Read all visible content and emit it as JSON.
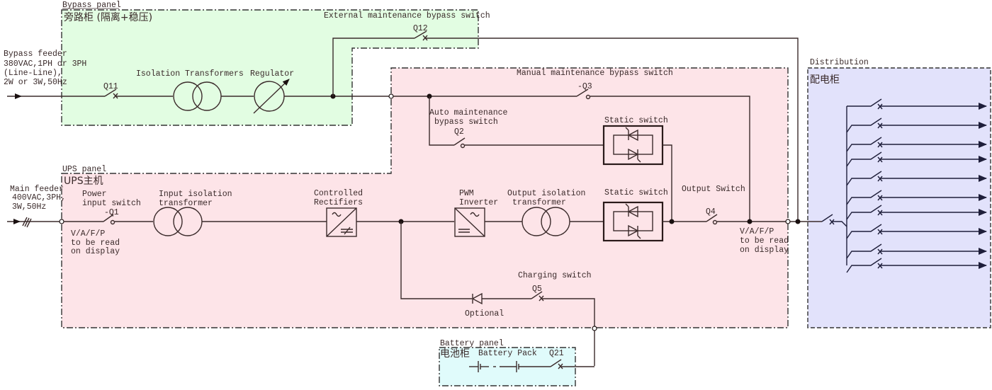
{
  "panels": {
    "bypass": {
      "caption": "Bypass panel",
      "cn": "旁路柜 (隔离+稳压)",
      "color": "#e2fde2"
    },
    "ups": {
      "caption": "UPS panel",
      "cn": "UPS主机",
      "color": "#fde4e8"
    },
    "distribution": {
      "caption": "Distribution",
      "cn": "配电柜",
      "color": "#e2e2fb"
    },
    "battery": {
      "caption": "Battery panel",
      "cn": "电池柜",
      "color": "#e0fbfb"
    }
  },
  "feeders": {
    "bypass": [
      "Bypass feeder",
      "380VAC,1PH or 3PH",
      "(Line-Line),",
      "2W or 3W,50Hz"
    ],
    "main": [
      "Main feeder",
      "400VAC,3PH,",
      "3W,50Hz"
    ]
  },
  "labels": {
    "external_bypass": "External maintenance bypass switch",
    "manual_bypass": "Manual maintenance bypass switch",
    "auto_bypass": [
      "Auto maintenance",
      "bypass switch"
    ],
    "isolation_transformers": "Isolation Transformers",
    "regulator": "Regulator",
    "static_switch": "Static switch",
    "power_input_switch": [
      "Power",
      "input switch"
    ],
    "input_isolation": [
      "Input isolation",
      "transformer"
    ],
    "controlled_rectifiers": [
      "Controlled",
      "Rectifiers"
    ],
    "pwm_inverter": [
      "PWM",
      "Inverter"
    ],
    "output_isolation": [
      "Output isolation",
      "transformer"
    ],
    "output_switch": "Output Switch",
    "charging_switch": "Charging switch",
    "optional": "Optional",
    "battery_pack": "Battery Pack",
    "vafp_in": [
      "V/A/F/P",
      "to be read",
      "on display"
    ],
    "vafp_out": [
      "V/A/F/P",
      "to be read",
      "on display"
    ]
  },
  "switches": {
    "q11": "Q11",
    "q12": "Q12",
    "q3": "-Q3",
    "q2": "Q2",
    "q1": "-Q1",
    "q4": "Q4",
    "q5": "Q5",
    "q21": "Q21"
  },
  "distribution": {
    "outgoing_branch_count": 10
  }
}
